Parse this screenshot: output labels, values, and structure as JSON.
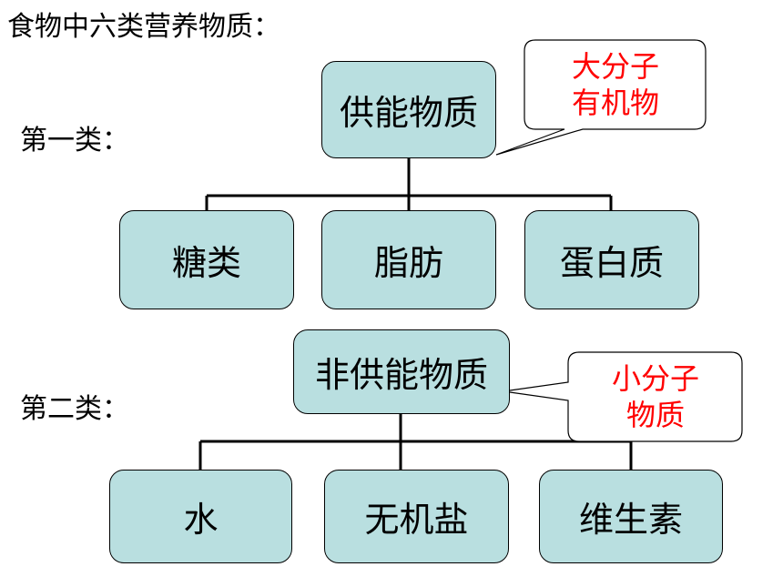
{
  "title": "食物中六类营养物质：",
  "colors": {
    "box_fill": "#b9dfe0",
    "box_border": "#000000",
    "callout_text": "#ff0000",
    "line": "#000000"
  },
  "group1": {
    "category_label": "第一类：",
    "parent": "供能物质",
    "children": [
      "糖类",
      "脂肪",
      "蛋白质"
    ],
    "callout": {
      "line1": "大分子",
      "line2": "有机物"
    }
  },
  "group2": {
    "category_label": "第二类：",
    "parent": "非供能物质",
    "children": [
      "水",
      "无机盐",
      "维生素"
    ],
    "callout": {
      "line1": "小分子",
      "line2": "物质"
    }
  }
}
